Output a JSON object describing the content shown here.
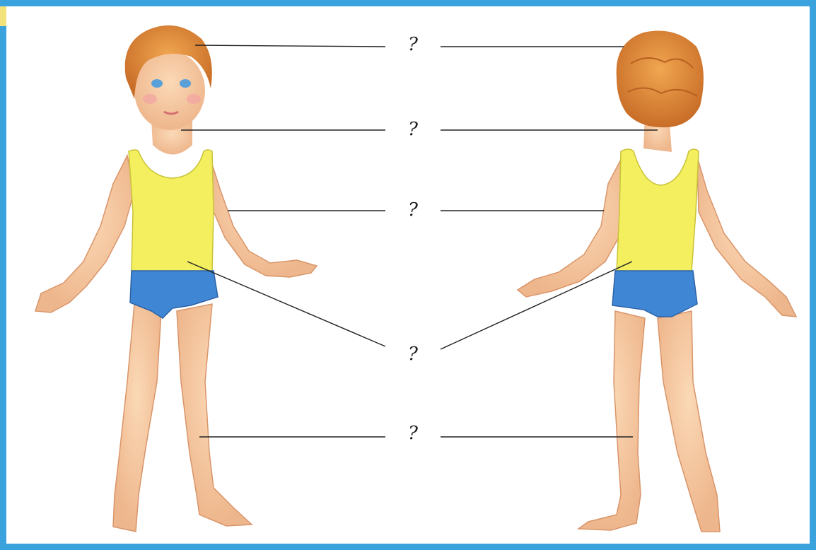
{
  "labels": [
    {
      "id": "hair",
      "text": "?"
    },
    {
      "id": "neck",
      "text": "?"
    },
    {
      "id": "arm",
      "text": "?"
    },
    {
      "id": "trunk",
      "text": "?"
    },
    {
      "id": "leg",
      "text": "?"
    }
  ],
  "colors": {
    "frame": "#3aa3de",
    "background": "#ffffff",
    "hair": "#e08a3c",
    "skin": "#f7c9a0",
    "shirt": "#f3ef5e",
    "shorts": "#3f86d4",
    "leader_line": "#222222"
  }
}
